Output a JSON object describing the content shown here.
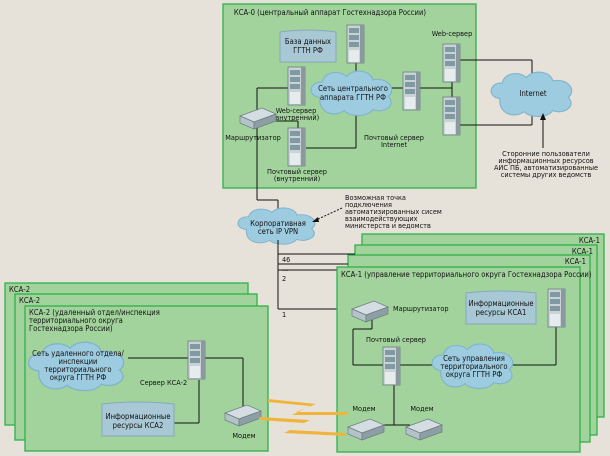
{
  "kca0": {
    "title": "КСА-0 (центральный аппарат Гостехнадзора России)",
    "database": [
      "База данных",
      "ГГТН РФ"
    ],
    "network": [
      "Сеть центрального",
      "аппарата ГГТН РФ"
    ],
    "web_internal": [
      "Web-сервер",
      "(внутренний)"
    ],
    "router": "Маршрутизатор",
    "mail_internal": [
      "Почтовый сервер",
      "(внутренний)"
    ],
    "web_server": "Web-сервер",
    "mail_internet": [
      "Почтовый сервер",
      "Internet"
    ]
  },
  "internet": {
    "label": "Internet",
    "users": [
      "Сторонние пользователи",
      "информационных ресурсов",
      "АИС ПБ, автоматизированные",
      "системы других ведомств"
    ]
  },
  "vpn": {
    "label": [
      "Корпоративная",
      "сеть IP VPN"
    ],
    "note": [
      "Возможная точка",
      "подключения",
      "автоматизированных сисем",
      "взаимодействующих",
      "министерств и ведомств"
    ],
    "links": [
      "46",
      "...",
      "2",
      "1"
    ]
  },
  "kca1": {
    "stack_labels": [
      "КСА-1",
      "КСА-1",
      "КСА-1"
    ],
    "title": "КСА-1 (управление территориального округа Гостехнадзора России)",
    "router": "Маршрутизатор",
    "resources": [
      "Информационные",
      "ресурсы КСА1"
    ],
    "mail": "Почтовый сервер",
    "network": [
      "Сеть управления",
      "территориального",
      "округа ГГТН РФ"
    ],
    "modem1": "Модем",
    "modem2": "Модем"
  },
  "kca2": {
    "stack_labels": [
      "КСА-2",
      "КСА-2"
    ],
    "title": [
      "КСА-2 (удаленный отдел/инспекция",
      "территориального округа",
      "Гостехнадзора России)"
    ],
    "network": [
      "Сеть удаленного отдела/",
      "инспекции",
      "территориального",
      "округа ГГТН РФ"
    ],
    "server": "Сервер КСА-2",
    "resources": [
      "Информационные",
      "ресурсы КСА2"
    ],
    "modem": "Модем"
  },
  "colors": {
    "box": "#a2d39c",
    "border": "#2fb04a",
    "cloud": "#9dcbe0",
    "link": "#f0b43a"
  }
}
